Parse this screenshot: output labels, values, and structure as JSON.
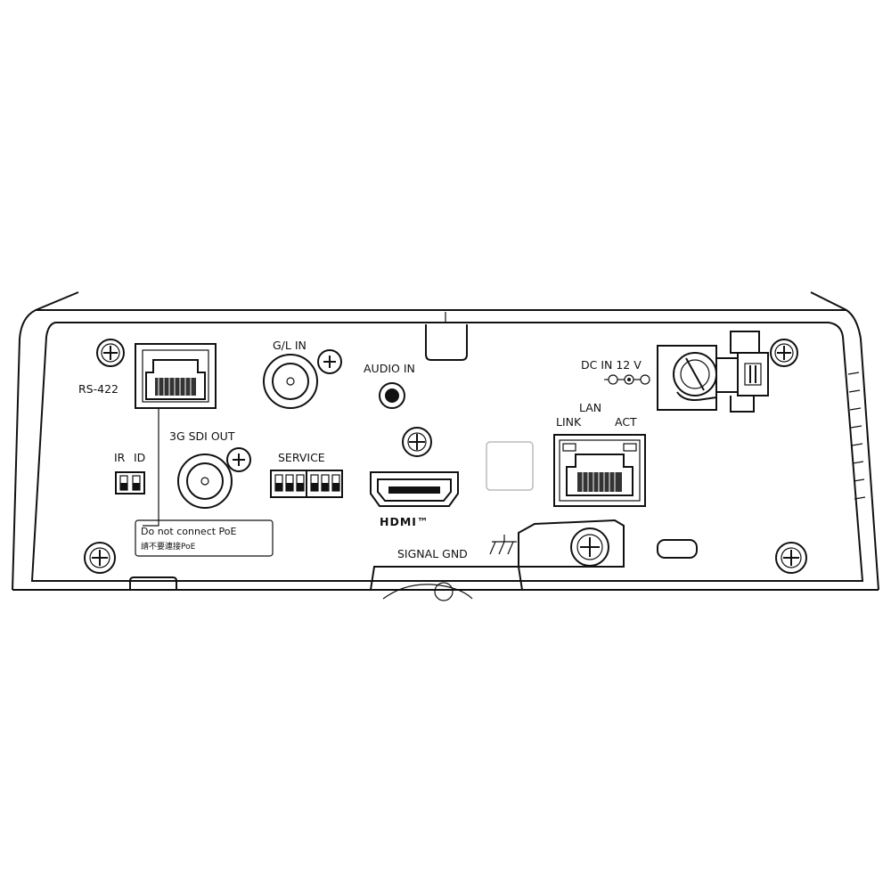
{
  "labels": {
    "rs422": "RS-422",
    "gl_in": "G/L IN",
    "audio_in": "AUDIO IN",
    "dc_in": "DC IN  12 V",
    "lan": "LAN",
    "link": "LINK",
    "act": "ACT",
    "ir": "IR",
    "id": "ID",
    "sdi_out": "3G SDI OUT",
    "service": "SERVICE",
    "hdmi": "HDMI™",
    "signal_gnd": "SIGNAL GND",
    "poe_warning_en": "Do not connect PoE",
    "poe_warning_zh": "請不要連接PoE"
  },
  "colors": {
    "line": "#111111",
    "background": "#ffffff",
    "hatch": "#444444"
  }
}
